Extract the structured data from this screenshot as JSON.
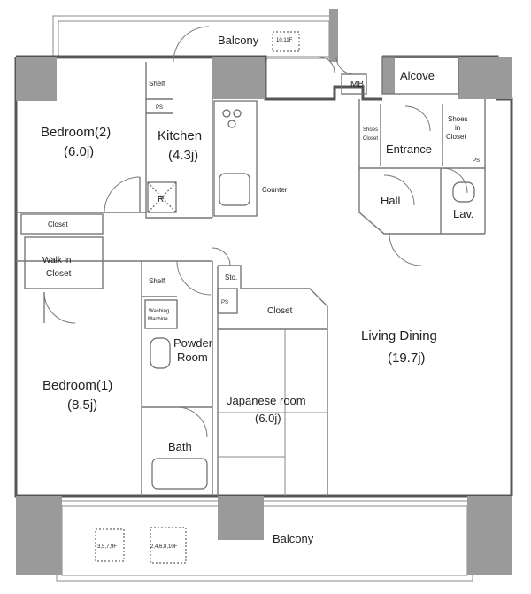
{
  "floorplan": {
    "rooms": {
      "balcony_top": "Balcony",
      "balcony_top_code": "10,11F",
      "alcove": "Alcove",
      "mb": "MB",
      "shelf_kitchen": "Shelf",
      "ps_kitchen": "PS",
      "bedroom2_name": "Bedroom(2)",
      "bedroom2_size": "(6.0j)",
      "kitchen_name": "Kitchen",
      "kitchen_size": "(4.3j)",
      "refrigerator": "R",
      "counter": "Counter",
      "shoes_closet_left_1": "Shoes",
      "shoes_closet_left_2": "Closet",
      "entrance": "Entrance",
      "shoes_in_closet_1": "Shoes",
      "shoes_in_closet_2": "in",
      "shoes_in_closet_3": "Closet",
      "ps_entrance": "PS",
      "hall": "Hall",
      "lav": "Lav.",
      "closet_bed2": "Closet",
      "walk_in_closet_1": "Walk in",
      "walk_in_closet_2": "Closet",
      "shelf_bath": "Shelf",
      "washing_machine_1": "Washing",
      "washing_machine_2": "Machine",
      "sto": "Sto.",
      "ps_middle": "PS",
      "closet_japanese": "Closet",
      "powder_room_1": "Powder",
      "powder_room_2": "Room",
      "living_dining_name": "Living Dining",
      "living_dining_size": "(19.7j)",
      "bedroom1_name": "Bedroom(1)",
      "bedroom1_size": "(8.5j)",
      "japanese_room_name": "Japanese room",
      "japanese_room_size": "(6.0j)",
      "bath": "Bath",
      "balcony_bottom": "Balcony",
      "balcony_bottom_code_left": "3,5,7,9F",
      "balcony_bottom_code_right": "2,4,6,8,10F"
    }
  }
}
